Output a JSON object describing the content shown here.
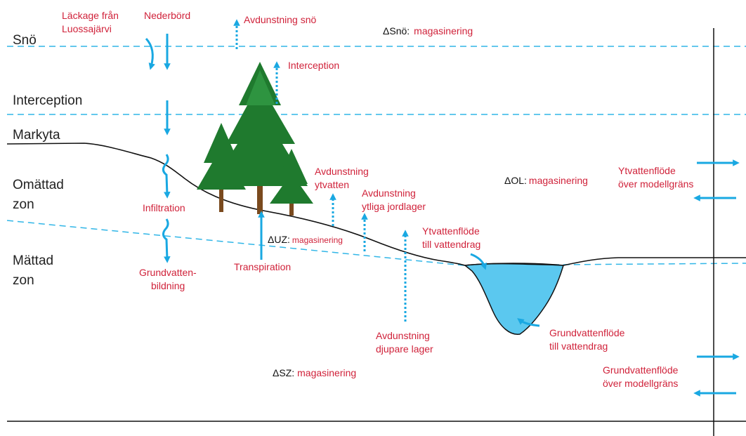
{
  "zones": {
    "sno": "Snö",
    "interception": "Interception",
    "markyta": "Markyta",
    "omattad_1": "Omättad",
    "omattad_2": "zon",
    "mattad_1": "Mättad",
    "mattad_2": "zon"
  },
  "labels": {
    "lackage_1": "Läckage från",
    "lackage_2": "Luossajärvi",
    "nederbord": "Nederbörd",
    "avdunstning_sno": "Avdunstning snö",
    "interception": "Interception",
    "infiltration": "Infiltration",
    "grundvattenbildning_1": "Grundvatten-",
    "grundvattenbildning_2": "bildning",
    "transpiration": "Transpiration",
    "avd_ytvatten_1": "Avdunstning",
    "avd_ytvatten_2": "ytvatten",
    "avd_ytliga_1": "Avdunstning",
    "avd_ytliga_2": "ytliga jordlager",
    "ytvattenflode_vattendrag_1": "Ytvattenflöde",
    "ytvattenflode_vattendrag_2": "till vattendrag",
    "avd_djupare_1": "Avdunstning",
    "avd_djupare_2": "djupare lager",
    "gv_vattendrag_1": "Grundvattenflöde",
    "gv_vattendrag_2": "till vattendrag",
    "ytvattenflode_grans_1": "Ytvattenflöde",
    "ytvattenflode_grans_2": "över modellgräns",
    "gv_grans_1": "Grundvattenflöde",
    "gv_grans_2": "över modellgräns"
  },
  "storage": {
    "sno_delta": "ΔSnö:",
    "sno_text": "magasinering",
    "ol_delta": "ΔOL:",
    "ol_text": "magasinering",
    "uz_delta": "ΔUZ:",
    "uz_text": "magasinering",
    "sz_delta": "ΔSZ:",
    "sz_text": "magasinering"
  },
  "colors": {
    "label_red": "#d0223a",
    "water_blue": "#5bc8ef",
    "arrow_blue": "#19a8e2",
    "tree_green": "#1f7a2e",
    "trunk_brown": "#7a4a1e"
  }
}
